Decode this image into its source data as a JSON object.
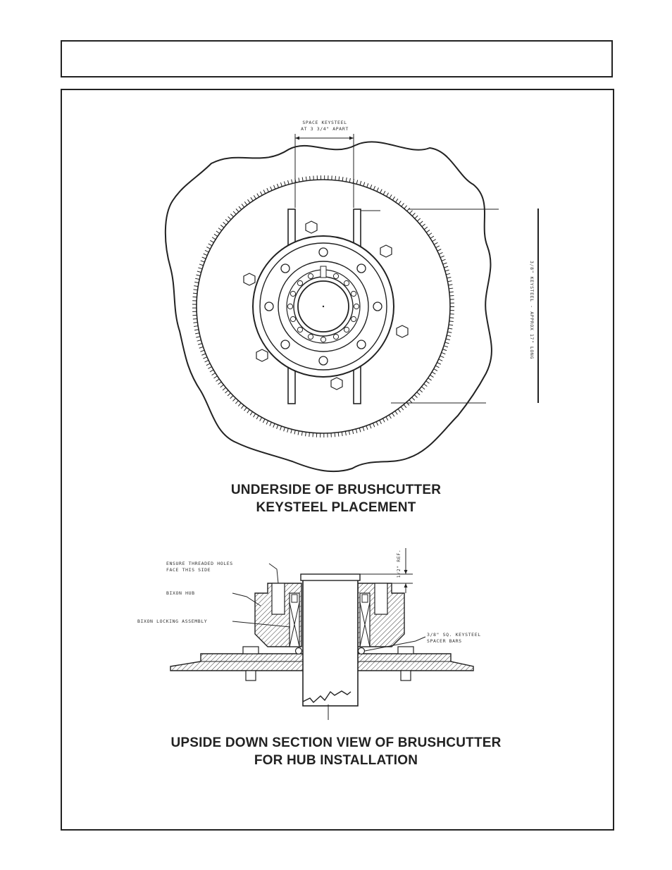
{
  "figure1": {
    "caption_line1": "UNDERSIDE OF BRUSHCUTTER",
    "caption_line2": "KEYSTEEL PLACEMENT",
    "label_spacing_1": "SPACE KEYSTEEL",
    "label_spacing_2": "AT 3 3/4\" APART",
    "label_keysteel_length": "3/8\" KEYSTEEL - APPROX 17\" LONG"
  },
  "figure2": {
    "caption_line1": "UPSIDE DOWN SECTION VIEW OF BRUSHCUTTER",
    "caption_line2": "FOR HUB INSTALLATION",
    "label_threaded_1": "ENSURE THREADED HOLES",
    "label_threaded_2": "FACE THIS SIDE",
    "label_hub": "BIXON HUB",
    "label_locking": "BIXON LOCKING ASSEMBLY",
    "label_spacer_1": "3/8\" SQ. KEYSTEEL",
    "label_spacer_2": "SPACER BARS",
    "label_ref": "1/2\" REF."
  }
}
